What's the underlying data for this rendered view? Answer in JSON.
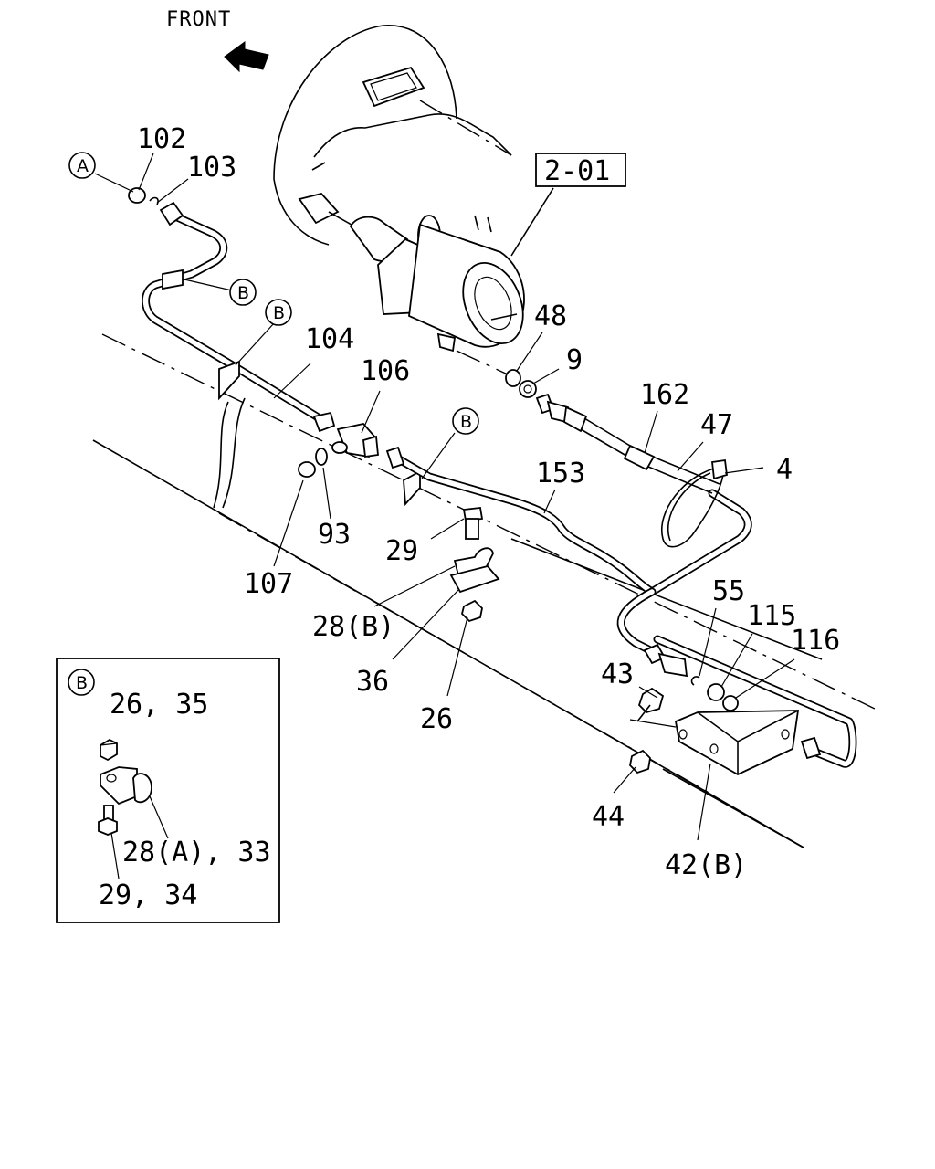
{
  "header": {
    "front_label": "FRONT"
  },
  "reference": {
    "section": "2-01"
  },
  "callouts": {
    "A": "A",
    "B1": "B",
    "B2": "B",
    "B3": "B",
    "p102": "102",
    "p103": "103",
    "p104": "104",
    "p106": "106",
    "p48": "48",
    "p9": "9",
    "p162": "162",
    "p47": "47",
    "p4": "4",
    "p153": "153",
    "p93": "93",
    "p107": "107",
    "p29": "29",
    "p28b": "28(B)",
    "p36": "36",
    "p26": "26",
    "p55": "55",
    "p115": "115",
    "p116": "116",
    "p43": "43",
    "p44": "44",
    "p42b": "42(B)"
  },
  "detail_box": {
    "marker": "B",
    "labels": {
      "l1": "26, 35",
      "l2": "28(A), 33",
      "l3": "29, 34"
    }
  },
  "icons": {
    "front_arrow": "front-arrow-icon"
  }
}
